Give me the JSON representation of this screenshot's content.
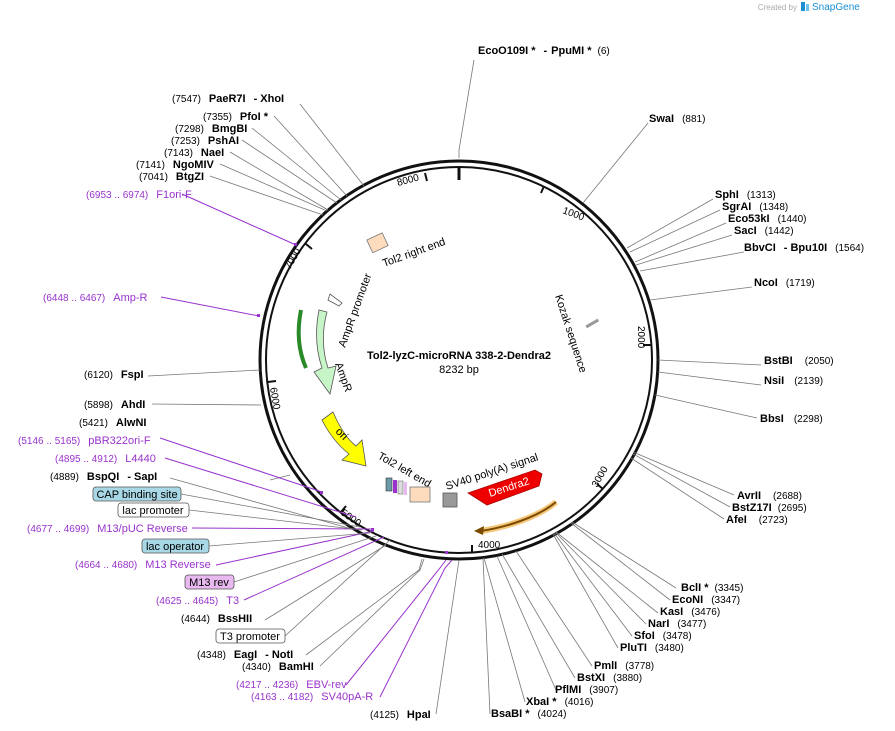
{
  "credit": {
    "prefix": "Created by",
    "brand": "SnapGene"
  },
  "plasmid": {
    "name": "Tol2-lyzC-microRNA 338-2-Dendra2",
    "size": "8232 bp"
  },
  "ticks": [
    "1000",
    "2000",
    "3000",
    "4000",
    "5000",
    "6000",
    "7000",
    "8000"
  ],
  "features": {
    "tol2_right_end": "Tol2 right end",
    "ampr_promoter": "AmpR promoter",
    "ampr": "AmpR",
    "ori": "ori",
    "tol2_left_end": "Tol2 left end",
    "sv40_polya": "SV40 poly(A) signal",
    "dendra2": "Dendra2",
    "kozak": "Kozak sequence"
  },
  "enzymes": [
    {
      "name": "EcoO109I *",
      "sep": "-",
      "name2": "PpuMI *",
      "pos": "(6)"
    },
    {
      "name": "SwaI",
      "pos": "(881)"
    },
    {
      "name": "SphI",
      "pos": "(1313)"
    },
    {
      "name": "SgrAI",
      "pos": "(1348)"
    },
    {
      "name": "Eco53kI",
      "pos": "(1440)"
    },
    {
      "name": "SacI",
      "pos": "(1442)"
    },
    {
      "name": "BbvCI",
      "sep": "-",
      "name2": "Bpu10I",
      "pos": "(1564)"
    },
    {
      "name": "NcoI",
      "pos": "(1719)"
    },
    {
      "name": "BstBI",
      "pos": "(2050)"
    },
    {
      "name": "NsiI",
      "pos": "(2139)"
    },
    {
      "name": "BbsI",
      "pos": "(2298)"
    },
    {
      "name": "AvrII",
      "pos": "(2688)"
    },
    {
      "name": "BstZ17I",
      "pos": "(2695)"
    },
    {
      "name": "AfeI",
      "pos": "(2723)"
    },
    {
      "name": "BclI *",
      "pos": "(3345)"
    },
    {
      "name": "EcoNI",
      "pos": "(3347)"
    },
    {
      "name": "KasI",
      "pos": "(3476)"
    },
    {
      "name": "NarI",
      "pos": "(3477)"
    },
    {
      "name": "SfoI",
      "pos": "(3478)"
    },
    {
      "name": "PluTI",
      "pos": "(3480)"
    },
    {
      "name": "PmlI",
      "pos": "(3778)"
    },
    {
      "name": "BstXI",
      "pos": "(3880)"
    },
    {
      "name": "PflMI",
      "pos": "(3907)"
    },
    {
      "name": "XbaI *",
      "pos": "(4016)"
    },
    {
      "name": "BsaBI *",
      "pos": "(4024)"
    },
    {
      "name": "HpaI",
      "pos": "(4125)"
    },
    {
      "name": "BamHI",
      "pos": "(4340)"
    },
    {
      "name": "EagI",
      "sep": "-",
      "name2": "NotI",
      "pos": "(4348)"
    },
    {
      "name": "BssHII",
      "pos": "(4644)"
    },
    {
      "name": "BspQI",
      "sep": "-",
      "name2": "SapI",
      "pos": "(4889)"
    },
    {
      "name": "AlwNI",
      "pos": "(5421)"
    },
    {
      "name": "AhdI",
      "pos": "(5898)"
    },
    {
      "name": "FspI",
      "pos": "(6120)"
    },
    {
      "name": "BtgZI",
      "pos": "(7041)"
    },
    {
      "name": "NgoMIV",
      "pos": "(7141)"
    },
    {
      "name": "NaeI",
      "pos": "(7143)"
    },
    {
      "name": "PshAI",
      "pos": "(7253)"
    },
    {
      "name": "BmgBI",
      "pos": "(7298)"
    },
    {
      "name": "PfoI *",
      "pos": "(7355)"
    },
    {
      "name": "PaeR7I",
      "sep": "-",
      "name2": "XhoI",
      "pos": "(7547)"
    }
  ],
  "primers": [
    {
      "name": "F1ori-F",
      "pos": "(6953 .. 6974)"
    },
    {
      "name": "Amp-R",
      "pos": "(6448 .. 6467)"
    },
    {
      "name": "pBR322ori-F",
      "pos": "(5146 .. 5165)"
    },
    {
      "name": "L4440",
      "pos": "(4895 .. 4912)"
    },
    {
      "name": "M13/pUC Reverse",
      "pos": "(4677 .. 4699)"
    },
    {
      "name": "M13 Reverse",
      "pos": "(4664 .. 4680)"
    },
    {
      "name": "T3",
      "pos": "(4625 .. 4645)"
    },
    {
      "name": "EBV-rev",
      "pos": "(4217 .. 4236)"
    },
    {
      "name": "SV40pA-R",
      "pos": "(4163 .. 4182)"
    }
  ],
  "boxed": {
    "cap": "CAP binding site",
    "lac_promoter": "lac promoter",
    "lac_operator": "lac operator",
    "m13_rev": "M13 rev",
    "t3_promoter": "T3 promoter"
  },
  "colors": {
    "backbone": "#111111",
    "primer": "#9933cc",
    "ampr": "#c8f5c8",
    "ori": "#ffff00",
    "dendra2": "#ee0000",
    "tol2": "#fcdcbc",
    "sv40": "#999999",
    "cap_box": "#a8d8e6",
    "m13_box": "#e8b8f0"
  }
}
